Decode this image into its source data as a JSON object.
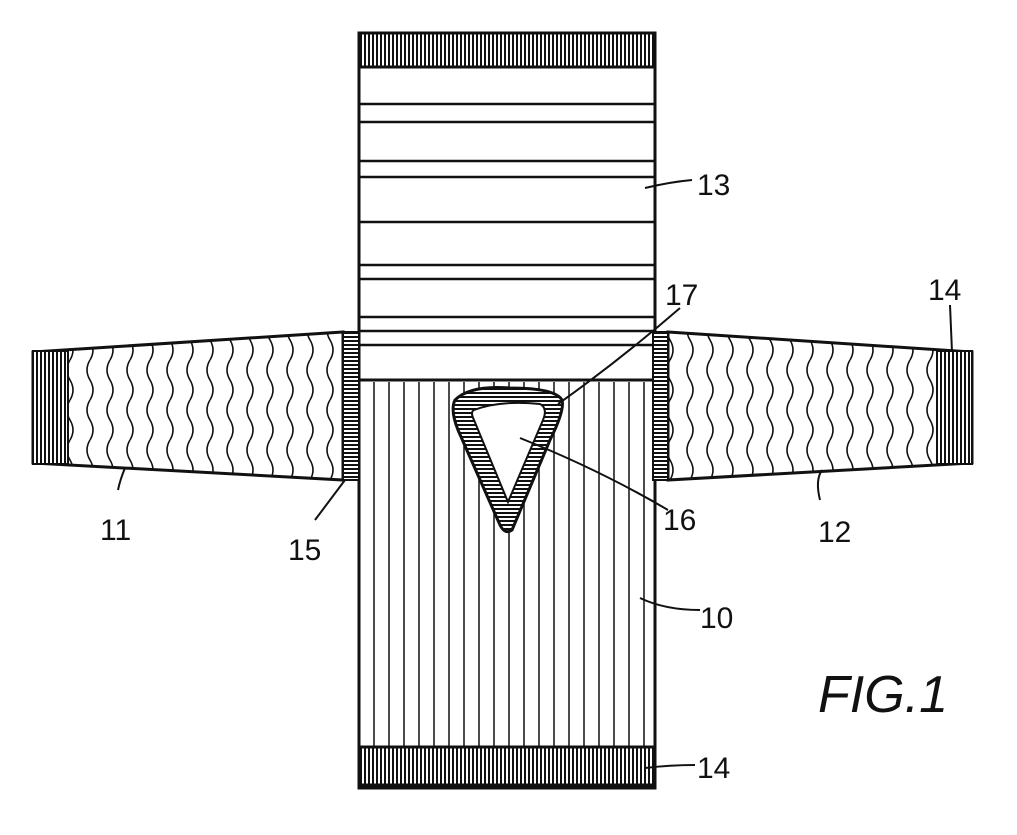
{
  "figure_title": "FIG.1",
  "labels": {
    "upper_body": "13",
    "end_strip_right": "14",
    "end_strip_bottom": "14",
    "cap_line": "17",
    "left_wing": "11",
    "left_strip": "15",
    "insert": "16",
    "right_wing": "12",
    "lower_body": "10"
  }
}
